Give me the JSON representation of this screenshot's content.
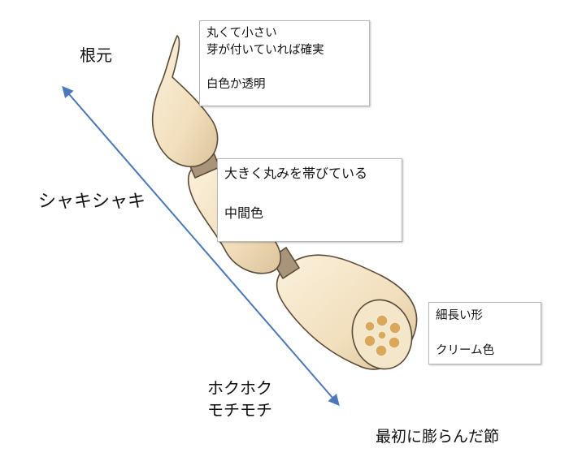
{
  "labels": {
    "root": "根元",
    "crisp": "シャキシャキ",
    "fluffy_line1": "ホクホク",
    "fluffy_line2": "モチモチ",
    "first_node": "最初に膨らんだ節"
  },
  "boxes": {
    "top": {
      "lines": [
        "丸くて小さい",
        "芽が付いていれば確実",
        "",
        "白色か透明"
      ]
    },
    "middle": {
      "lines": [
        "大きく丸みを帯びている",
        "",
        "中間色"
      ]
    },
    "bottom": {
      "lines": [
        "細長い形",
        "",
        "クリーム色"
      ]
    }
  },
  "colors": {
    "arrow": "#4a78b8",
    "root_flesh": "#f2e3c4",
    "root_outline": "#5a4a38",
    "node_band": "#a89478",
    "hole_fill": "#d9a85a",
    "hole_stroke": "#f5ead2"
  },
  "illustration": {
    "icon": "lotus-root-illustration",
    "arrow_icon": "double-headed-arrow-icon"
  }
}
